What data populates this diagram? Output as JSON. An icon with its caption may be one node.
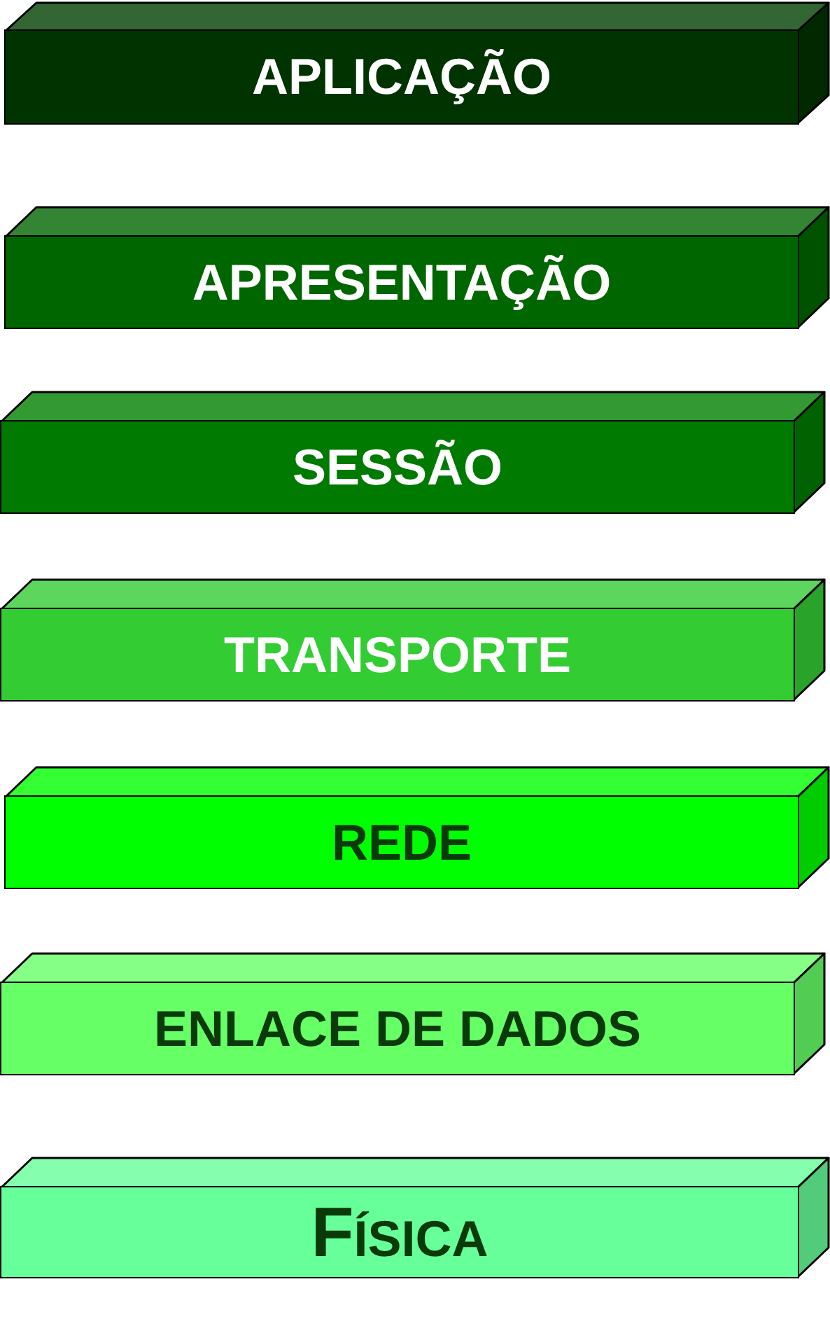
{
  "diagram": {
    "nodes": [
      {
        "text": [
          "APLICAÇÃO"
        ]
      },
      {
        "text": [
          "APRESENTAÇÃO"
        ]
      },
      {
        "text": [
          "SESSÃO"
        ]
      },
      {
        "text": [
          "TRANSPORTE"
        ]
      },
      {
        "text": [
          "REDE"
        ]
      },
      {
        "text": [
          "ENLACE DE DADOS"
        ]
      },
      {
        "text": [
          "FÍSICA"
        ]
      }
    ]
  }
}
